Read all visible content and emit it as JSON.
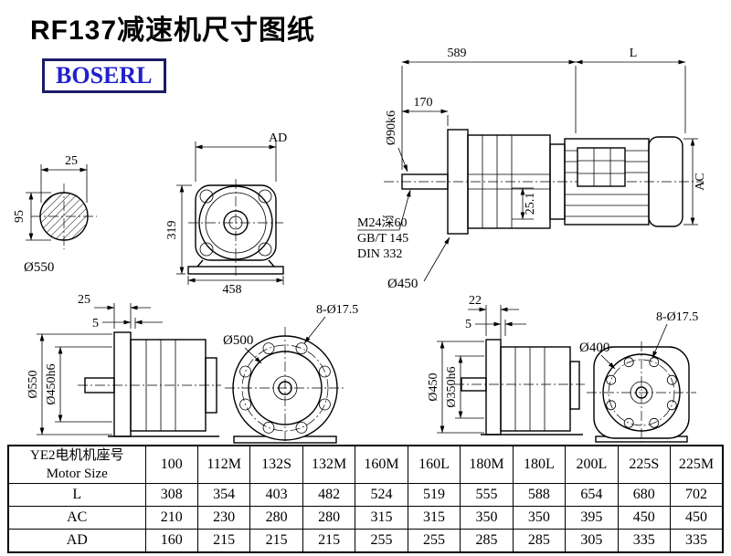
{
  "header": {
    "title": "RF137减速机尺寸图纸",
    "logo": "BOSERL"
  },
  "drawings": {
    "shaft_section": {
      "width": "25",
      "height": "95",
      "diameter": "Ø550"
    },
    "flange_front": {
      "ad": "AD",
      "height_319": "319",
      "width_458": "458"
    },
    "assembly": {
      "len_589": "589",
      "len_l": "L",
      "len_170": "170",
      "shaft_dia": "Ø90k6",
      "tap1": "M24深60",
      "tap2": "GB/T 145",
      "tap3": "DIN 332",
      "flange_dia": "Ø450",
      "key_dim": "25.1",
      "ac": "AC"
    },
    "side_left": {
      "t25": "25",
      "t5": "5",
      "d550": "Ø550",
      "d450h6": "Ø450h6",
      "d500": "Ø500",
      "holes": "8-Ø17.5"
    },
    "side_right": {
      "t22": "22",
      "t5": "5",
      "d450": "Ø450",
      "d350h6": "Ø350h6",
      "d400": "Ø400",
      "holes": "8-Ø17.5"
    }
  },
  "table": {
    "header_cn": "YE2电机机座号",
    "header_en": "Motor Size",
    "sizes": [
      "100",
      "112M",
      "132S",
      "132M",
      "160M",
      "160L",
      "180M",
      "180L",
      "200L",
      "225S",
      "225M"
    ],
    "rows": [
      {
        "label": "L",
        "values": [
          "308",
          "354",
          "403",
          "482",
          "524",
          "519",
          "555",
          "588",
          "654",
          "680",
          "702"
        ]
      },
      {
        "label": "AC",
        "values": [
          "210",
          "230",
          "280",
          "280",
          "315",
          "315",
          "350",
          "350",
          "395",
          "450",
          "450"
        ]
      },
      {
        "label": "AD",
        "values": [
          "160",
          "215",
          "215",
          "215",
          "255",
          "255",
          "285",
          "285",
          "305",
          "335",
          "335"
        ]
      }
    ]
  }
}
